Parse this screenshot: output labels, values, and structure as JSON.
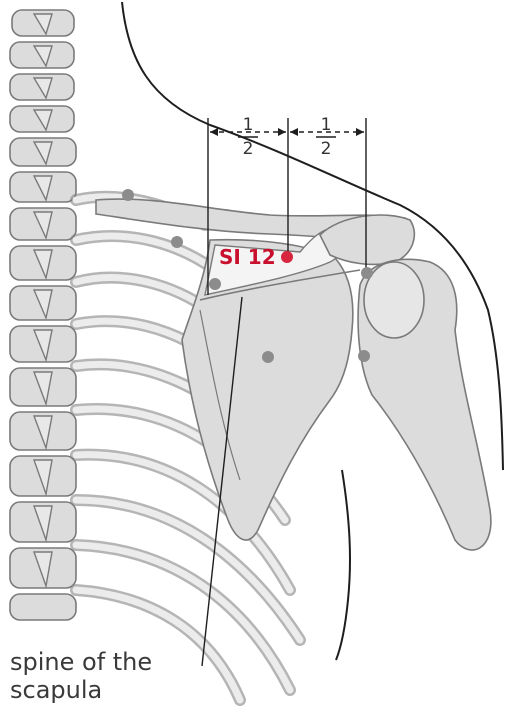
{
  "diagram": {
    "point_label": "SI 12",
    "landmark_label_line1": "spine of the",
    "landmark_label_line2": "scapula",
    "left_division": {
      "numerator": "1",
      "denominator": "2"
    },
    "right_division": {
      "numerator": "1",
      "denominator": "2"
    }
  },
  "colors": {
    "bone_fill": "#dcdcdc",
    "bone_stroke": "#7a7a7a",
    "outline": "#1e1e1e",
    "reference_point": "#8c8c8c",
    "acupoint": "#d7263d",
    "acupoint_label": "#c8102e",
    "highlight": "#f4f4f4"
  }
}
